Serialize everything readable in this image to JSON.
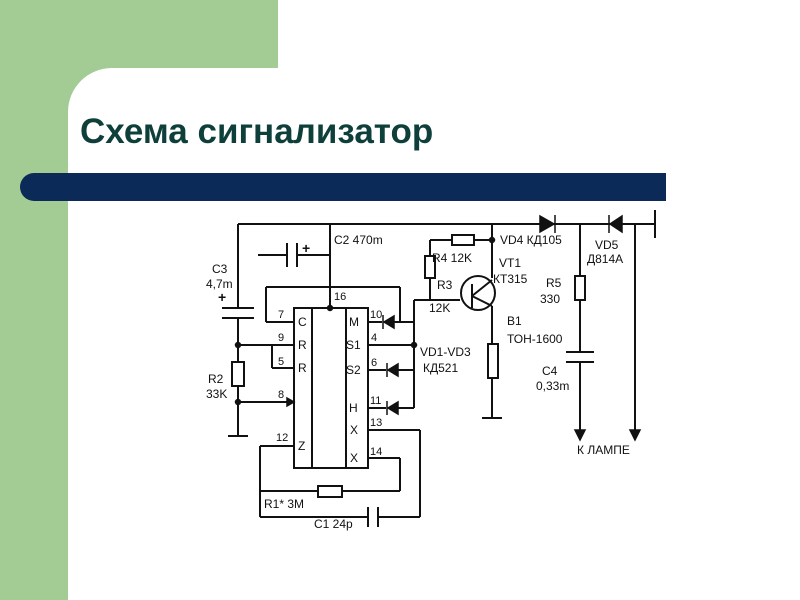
{
  "slide": {
    "title": "Схема сигнализатор",
    "colors": {
      "green": "#a3cc95",
      "bar": "#0b2a57",
      "title": "#0f3f3a"
    }
  },
  "schematic": {
    "labels": {
      "c2": "C2 470m",
      "c3a": "C3",
      "c3b": "4,7m",
      "r2a": "R2",
      "r2b": "33K",
      "r4": "R4 12K",
      "r3a": "R3",
      "r3b": "12K",
      "vd4": "VD4 КД105",
      "vd5a": "VD5",
      "vd5b": "Д814А",
      "vt1a": "VT1",
      "vt1b": "КТ315",
      "r5a": "R5",
      "r5b": "330",
      "b1a": "B1",
      "b1b": "ТОН-1600",
      "vd13a": "VD1-VD3",
      "vd13b": "КД521",
      "c4a": "C4",
      "c4b": "0,33m",
      "lamp": "К ЛАМПЕ",
      "r1": "R1* 3M",
      "c1": "C1 24p"
    },
    "pins": {
      "p16": "16",
      "p7": "7",
      "p9": "9",
      "p5": "5",
      "p8": "8",
      "p12": "12",
      "p10": "10",
      "p4": "4",
      "p6": "6",
      "p11": "11",
      "p13": "13",
      "p14": "14"
    },
    "chip_labels": {
      "c": "C",
      "r1": "R",
      "r2": "R",
      "z": "Z",
      "m": "M",
      "s1": "S1",
      "s2": "S2",
      "h": "H",
      "x1": "X",
      "x2": "X"
    }
  }
}
